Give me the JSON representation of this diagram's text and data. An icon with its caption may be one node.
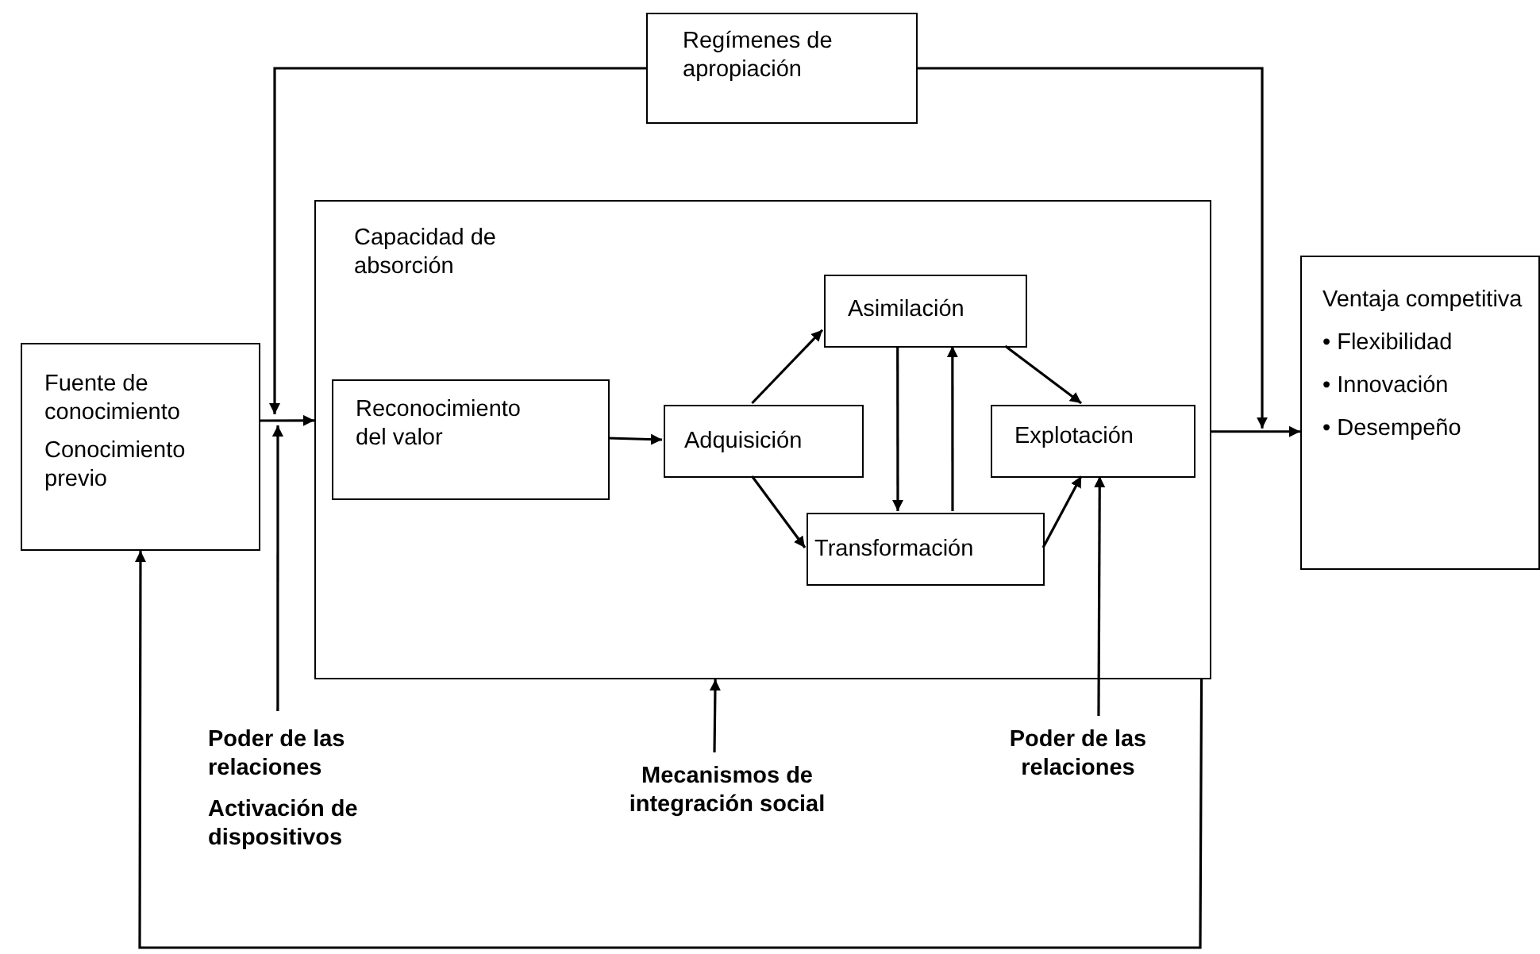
{
  "diagram": {
    "nodes": [
      {
        "text": [
          "Regímenes de apropiación"
        ]
      },
      {
        "text": [
          "Fuente de conocimiento",
          "Conocimiento previo"
        ]
      },
      {
        "text": [
          "Capacidad de absorción"
        ]
      },
      {
        "text": [
          "Reconocimiento del valor"
        ],
        "in": 2
      },
      {
        "text": [
          "Adquisición"
        ],
        "in": 2
      },
      {
        "text": [
          "Asimilación"
        ],
        "in": 2
      },
      {
        "text": [
          "Transformación"
        ],
        "in": 2
      },
      {
        "text": [
          "Explotación"
        ],
        "in": 2
      },
      {
        "text": [
          "Ventaja competitiva",
          "• Flexibilidad",
          "• Innovación",
          "• Desempeño"
        ]
      },
      {
        "text": [
          "Poder de las relaciones",
          "Activación de dispositivos"
        ]
      },
      {
        "text": [
          "Mecanismos de integración social"
        ]
      },
      {
        "text": [
          "Poder de las relaciones"
        ]
      }
    ],
    "edges": [
      {
        "from": 1,
        "to": 2,
        "arrow": "to"
      },
      {
        "from": 0,
        "to": 2,
        "arrow": "to"
      },
      {
        "from": 9,
        "to": 2,
        "arrow": "to"
      },
      {
        "from": 3,
        "to": 4,
        "arrow": "to"
      },
      {
        "from": 4,
        "to": 5,
        "arrow": "to"
      },
      {
        "from": 4,
        "to": 6,
        "arrow": "to"
      },
      {
        "from": 5,
        "to": 7,
        "arrow": "to"
      },
      {
        "from": 6,
        "to": 7,
        "arrow": "to"
      },
      {
        "from": 5,
        "to": 6,
        "arrow": "to"
      },
      {
        "from": 6,
        "to": 5,
        "arrow": "to"
      },
      {
        "from": 2,
        "to": 8,
        "arrow": "to"
      },
      {
        "from": 0,
        "to": 8,
        "arrow": "to"
      },
      {
        "from": 10,
        "to": 2,
        "arrow": "to"
      },
      {
        "from": 11,
        "to": 7,
        "arrow": "to"
      },
      {
        "from": 2,
        "to": 1,
        "arrow": "to"
      }
    ]
  }
}
